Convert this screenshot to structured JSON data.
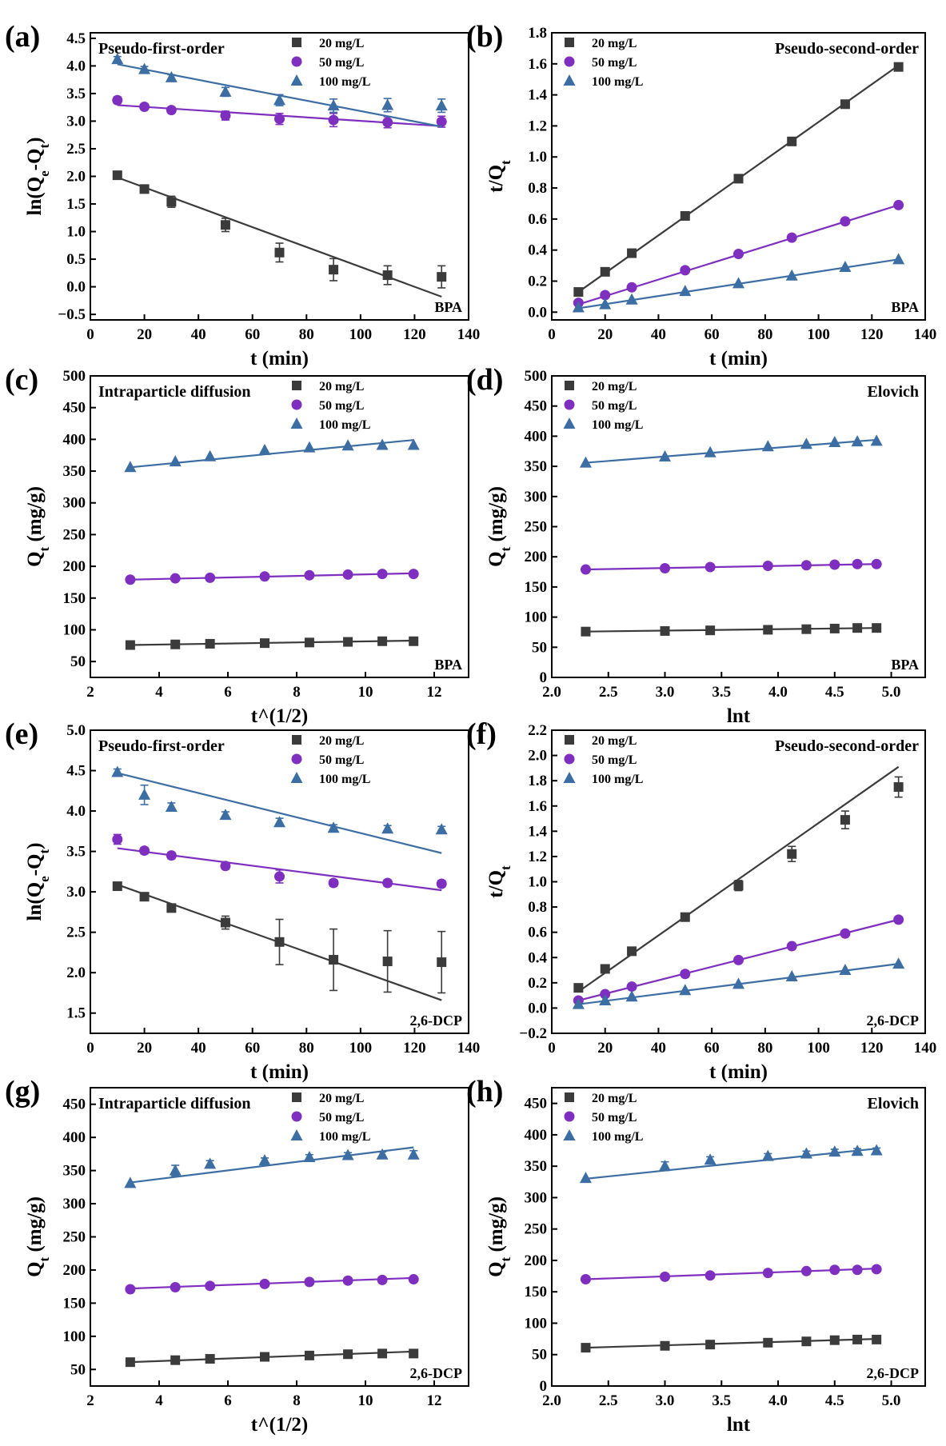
{
  "chart_data": [
    {
      "panel": "(a)",
      "type": "scatter",
      "title": "Pseudo-first-order",
      "compound": "BPA",
      "xlabel": "t (min)",
      "ylabel": "ln(Q_e-Q_t)",
      "xlim": [
        0,
        140
      ],
      "ylim": [
        -0.6,
        4.6
      ],
      "xticks": [
        0,
        20,
        40,
        60,
        80,
        100,
        120,
        140
      ],
      "yticks": [
        -0.5,
        0.0,
        0.5,
        1.0,
        1.5,
        2.0,
        2.5,
        3.0,
        3.5,
        4.0,
        4.5
      ],
      "legend_position": "top-right",
      "x": [
        10,
        20,
        30,
        50,
        70,
        90,
        110,
        130
      ],
      "series": [
        {
          "name": "20 mg/L",
          "values": [
            2.02,
            1.77,
            1.54,
            1.12,
            0.62,
            0.31,
            0.21,
            0.18
          ],
          "errors": [
            0.05,
            0.05,
            0.1,
            0.12,
            0.17,
            0.2,
            0.17,
            0.2
          ],
          "fit": [
            [
              10,
              1.98
            ],
            [
              130,
              -0.18
            ]
          ]
        },
        {
          "name": "50 mg/L",
          "values": [
            3.38,
            3.26,
            3.2,
            3.1,
            3.04,
            3.02,
            2.98,
            2.99
          ],
          "errors": [
            0.06,
            0.05,
            0.05,
            0.08,
            0.1,
            0.12,
            0.1,
            0.1
          ],
          "fit": [
            [
              10,
              3.29
            ],
            [
              130,
              2.91
            ]
          ]
        },
        {
          "name": "100 mg/L",
          "values": [
            4.12,
            3.94,
            3.79,
            3.53,
            3.38,
            3.28,
            3.29,
            3.28
          ],
          "errors": [
            0.05,
            0.05,
            0.05,
            0.08,
            0.1,
            0.12,
            0.12,
            0.12
          ],
          "fit": [
            [
              10,
              4.03
            ],
            [
              130,
              2.9
            ]
          ]
        }
      ]
    },
    {
      "panel": "(b)",
      "type": "scatter",
      "title": "Pseudo-second-order",
      "compound": "BPA",
      "xlabel": "t (min)",
      "ylabel": "t/Q_t",
      "xlim": [
        0,
        140
      ],
      "ylim": [
        -0.05,
        1.8
      ],
      "xticks": [
        0,
        20,
        40,
        60,
        80,
        100,
        120,
        140
      ],
      "yticks": [
        0.0,
        0.2,
        0.4,
        0.6,
        0.8,
        1.0,
        1.2,
        1.4,
        1.6,
        1.8
      ],
      "legend_position": "top-left",
      "x": [
        10,
        20,
        30,
        50,
        70,
        90,
        110,
        130
      ],
      "series": [
        {
          "name": "20 mg/L",
          "values": [
            0.13,
            0.26,
            0.38,
            0.62,
            0.86,
            1.1,
            1.34,
            1.58
          ],
          "fit": [
            [
              10,
              0.13
            ],
            [
              130,
              1.59
            ]
          ]
        },
        {
          "name": "50 mg/L",
          "values": [
            0.06,
            0.11,
            0.16,
            0.27,
            0.375,
            0.48,
            0.585,
            0.69
          ],
          "fit": [
            [
              10,
              0.05
            ],
            [
              130,
              0.69
            ]
          ]
        },
        {
          "name": "100 mg/L",
          "values": [
            0.03,
            0.05,
            0.08,
            0.135,
            0.185,
            0.235,
            0.29,
            0.34
          ],
          "fit": [
            [
              10,
              0.025
            ],
            [
              130,
              0.34
            ]
          ]
        }
      ]
    },
    {
      "panel": "(c)",
      "type": "scatter",
      "title": "Intraparticle diffusion",
      "compound": "BPA",
      "xlabel": "t^(1/2)",
      "ylabel": "Q_t (mg/g)",
      "xlim": [
        2,
        13
      ],
      "ylim": [
        25,
        500
      ],
      "xticks": [
        2,
        4,
        6,
        8,
        10,
        12
      ],
      "yticks": [
        50,
        100,
        150,
        200,
        250,
        300,
        350,
        400,
        450,
        500
      ],
      "legend_position": "top-right",
      "x": [
        3.16,
        4.47,
        5.48,
        7.07,
        8.37,
        9.49,
        10.49,
        11.4
      ],
      "series": [
        {
          "name": "20 mg/L",
          "values": [
            76,
            77,
            78,
            79,
            80,
            81,
            82,
            82
          ],
          "fit": [
            [
              3.16,
              76
            ],
            [
              11.4,
              83
            ]
          ]
        },
        {
          "name": "50 mg/L",
          "values": [
            179,
            181,
            182,
            184,
            186,
            187,
            188,
            188
          ],
          "fit": [
            [
              3.16,
              179
            ],
            [
              11.4,
              189
            ]
          ]
        },
        {
          "name": "100 mg/L",
          "values": [
            356,
            365,
            373,
            383,
            387,
            390,
            391,
            391
          ],
          "fit": [
            [
              3.16,
              356
            ],
            [
              11.4,
              399
            ]
          ]
        }
      ]
    },
    {
      "panel": "(d)",
      "type": "scatter",
      "title": "Elovich",
      "compound": "BPA",
      "xlabel": "lnt",
      "ylabel": "Q_t (mg/g)",
      "xlim": [
        2.0,
        5.3
      ],
      "ylim": [
        0,
        500
      ],
      "xticks": [
        2.0,
        2.5,
        3.0,
        3.5,
        4.0,
        4.5,
        5.0
      ],
      "yticks": [
        0,
        50,
        100,
        150,
        200,
        250,
        300,
        350,
        400,
        450,
        500
      ],
      "legend_position": "top-left",
      "x": [
        2.3,
        3.0,
        3.4,
        3.91,
        4.25,
        4.5,
        4.7,
        4.87
      ],
      "series": [
        {
          "name": "20 mg/L",
          "values": [
            76,
            77,
            78,
            79,
            80,
            81,
            82,
            82
          ],
          "fit": [
            [
              2.3,
              76
            ],
            [
              4.87,
              82
            ]
          ]
        },
        {
          "name": "50 mg/L",
          "values": [
            179,
            181,
            183,
            185,
            186,
            187,
            188,
            188
          ],
          "fit": [
            [
              2.3,
              179
            ],
            [
              4.87,
              188
            ]
          ]
        },
        {
          "name": "100 mg/L",
          "values": [
            356,
            366,
            373,
            383,
            387,
            390,
            391,
            392
          ],
          "fit": [
            [
              2.3,
              356
            ],
            [
              4.87,
              394
            ]
          ]
        }
      ]
    },
    {
      "panel": "(e)",
      "type": "scatter",
      "title": "Pseudo-first-order",
      "compound": "2,6-DCP",
      "xlabel": "t (min)",
      "ylabel": "ln(Q_e-Q_t)",
      "xlim": [
        0,
        140
      ],
      "ylim": [
        1.25,
        5.0
      ],
      "xticks": [
        0,
        20,
        40,
        60,
        80,
        100,
        120,
        140
      ],
      "yticks": [
        1.5,
        2.0,
        2.5,
        3.0,
        3.5,
        4.0,
        4.5,
        5.0
      ],
      "legend_position": "top-right",
      "x": [
        10,
        20,
        30,
        50,
        70,
        90,
        110,
        130
      ],
      "series": [
        {
          "name": "20 mg/L",
          "values": [
            3.07,
            2.94,
            2.8,
            2.62,
            2.38,
            2.16,
            2.14,
            2.13
          ],
          "errors": [
            0.03,
            0.03,
            0.04,
            0.08,
            0.28,
            0.38,
            0.38,
            0.38
          ],
          "fit": [
            [
              10,
              3.09
            ],
            [
              130,
              1.66
            ]
          ]
        },
        {
          "name": "50 mg/L",
          "values": [
            3.65,
            3.51,
            3.45,
            3.32,
            3.19,
            3.11,
            3.11,
            3.1
          ],
          "errors": [
            0.06,
            0.04,
            0.04,
            0.04,
            0.08,
            0.04,
            0.04,
            0.04
          ],
          "fit": [
            [
              10,
              3.54
            ],
            [
              130,
              3.02
            ]
          ]
        },
        {
          "name": "100 mg/L",
          "values": [
            4.48,
            4.2,
            4.05,
            3.95,
            3.86,
            3.79,
            3.78,
            3.77
          ],
          "errors": [
            0.04,
            0.12,
            0.05,
            0.04,
            0.05,
            0.04,
            0.04,
            0.04
          ],
          "fit": [
            [
              10,
              4.47
            ],
            [
              130,
              3.48
            ]
          ]
        }
      ]
    },
    {
      "panel": "(f)",
      "type": "scatter",
      "title": "Pseudo-second-order",
      "compound": "2,6-DCP",
      "xlabel": "t (min)",
      "ylabel": "t/Q_t",
      "xlim": [
        0,
        140
      ],
      "ylim": [
        -0.2,
        2.2
      ],
      "xticks": [
        0,
        20,
        40,
        60,
        80,
        100,
        120,
        140
      ],
      "yticks": [
        -0.2,
        0.0,
        0.2,
        0.4,
        0.6,
        0.8,
        1.0,
        1.2,
        1.4,
        1.6,
        1.8,
        2.0,
        2.2
      ],
      "legend_position": "top-left",
      "x": [
        10,
        20,
        30,
        50,
        70,
        90,
        110,
        130
      ],
      "series": [
        {
          "name": "20 mg/L",
          "values": [
            0.16,
            0.31,
            0.45,
            0.72,
            0.97,
            1.22,
            1.49,
            1.75
          ],
          "errors": [
            0.01,
            0.01,
            0.01,
            0.02,
            0.04,
            0.06,
            0.07,
            0.08
          ],
          "fit": [
            [
              10,
              0.13
            ],
            [
              130,
              1.91
            ]
          ]
        },
        {
          "name": "50 mg/L",
          "values": [
            0.06,
            0.11,
            0.17,
            0.27,
            0.38,
            0.49,
            0.59,
            0.7
          ],
          "fit": [
            [
              10,
              0.06
            ],
            [
              130,
              0.7
            ]
          ]
        },
        {
          "name": "100 mg/L",
          "values": [
            0.03,
            0.06,
            0.09,
            0.14,
            0.19,
            0.25,
            0.3,
            0.35
          ],
          "fit": [
            [
              10,
              0.03
            ],
            [
              130,
              0.35
            ]
          ]
        }
      ]
    },
    {
      "panel": "(g)",
      "type": "scatter",
      "title": "Intraparticle diffusion",
      "compound": "2,6-DCP",
      "xlabel": "t^(1/2)",
      "ylabel": "Q_t (mg/g)",
      "xlim": [
        2,
        13
      ],
      "ylim": [
        25,
        475
      ],
      "xticks": [
        2,
        4,
        6,
        8,
        10,
        12
      ],
      "yticks": [
        50,
        100,
        150,
        200,
        250,
        300,
        350,
        400,
        450
      ],
      "legend_position": "top-right",
      "x": [
        3.16,
        4.47,
        5.48,
        7.07,
        8.37,
        9.49,
        10.49,
        11.4
      ],
      "series": [
        {
          "name": "20 mg/L",
          "values": [
            61,
            64,
            66,
            69,
            71,
            73,
            74,
            74
          ],
          "fit": [
            [
              3.16,
              61
            ],
            [
              11.4,
              77
            ]
          ]
        },
        {
          "name": "50 mg/L",
          "values": [
            171,
            174,
            176,
            179,
            182,
            184,
            185,
            186
          ],
          "fit": [
            [
              3.16,
              172
            ],
            [
              11.4,
              188
            ]
          ]
        },
        {
          "name": "100 mg/L",
          "values": [
            331,
            350,
            360,
            365,
            370,
            373,
            374,
            374
          ],
          "errors": [
            0,
            8,
            5,
            4,
            4,
            4,
            4,
            6
          ],
          "fit": [
            [
              3.16,
              332
            ],
            [
              11.4,
              385
            ]
          ]
        }
      ]
    },
    {
      "panel": "(h)",
      "type": "scatter",
      "title": "Elovich",
      "compound": "2,6-DCP",
      "xlabel": "lnt",
      "ylabel": "Q_t (mg/g)",
      "xlim": [
        2.0,
        5.3
      ],
      "ylim": [
        0,
        475
      ],
      "xticks": [
        2.0,
        2.5,
        3.0,
        3.5,
        4.0,
        4.5,
        5.0
      ],
      "yticks": [
        0,
        50,
        100,
        150,
        200,
        250,
        300,
        350,
        400,
        450
      ],
      "legend_position": "top-left",
      "x": [
        2.3,
        3.0,
        3.4,
        3.91,
        4.25,
        4.5,
        4.7,
        4.87
      ],
      "series": [
        {
          "name": "20 mg/L",
          "values": [
            61,
            64,
            66,
            69,
            71,
            73,
            74,
            74
          ],
          "fit": [
            [
              2.3,
              61
            ],
            [
              4.87,
              75
            ]
          ]
        },
        {
          "name": "50 mg/L",
          "values": [
            170,
            174,
            176,
            180,
            183,
            185,
            185,
            186
          ],
          "fit": [
            [
              2.3,
              170
            ],
            [
              4.87,
              187
            ]
          ]
        },
        {
          "name": "100 mg/L",
          "values": [
            331,
            350,
            360,
            366,
            370,
            373,
            374,
            375
          ],
          "errors": [
            0,
            7,
            5,
            4,
            4,
            4,
            4,
            4
          ],
          "fit": [
            [
              2.3,
              330
            ],
            [
              4.87,
              378
            ]
          ]
        }
      ]
    }
  ],
  "style": {
    "series_colors": [
      "#3b3b3b",
      "#7f2fbf",
      "#3c6ea3"
    ],
    "markers": [
      "square",
      "circle",
      "triangle"
    ]
  }
}
